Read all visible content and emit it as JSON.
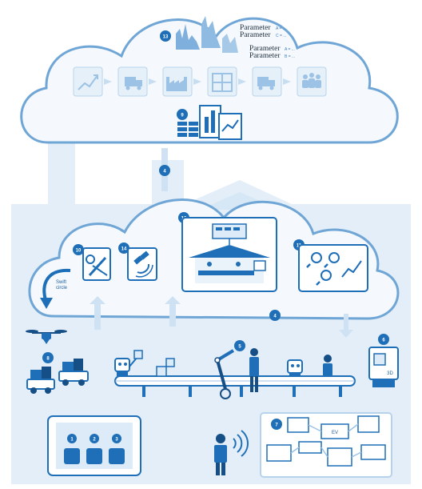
{
  "colors": {
    "primary": "#1e6fb8",
    "dark": "#164f86",
    "light": "#dcebf7",
    "pale": "#eef5fb",
    "cloud_stroke": "#6fa6d6"
  },
  "top_cloud": {
    "badge_13": "13",
    "badge_9": "9",
    "parameters": [
      {
        "label": "Parameter",
        "value": "A = ..."
      },
      {
        "label": "Parameter",
        "value": "C = ..."
      },
      {
        "label": "Parameter",
        "value": "A = ..."
      },
      {
        "label": "Parameter",
        "value": "B = ..."
      }
    ],
    "process_icons": [
      "growth-chart-icon",
      "delivery-truck-icon",
      "factory-icon",
      "warehouse-shelf-icon",
      "delivery-truck-icon",
      "people-group-icon"
    ]
  },
  "connector_badge_4": "4",
  "factory_cloud": {
    "badge_10": "10",
    "badge_14": "14",
    "badge_12": "12",
    "badge_11": "11",
    "badge_4": "4",
    "swift_circle_label": [
      "Swift",
      "circle"
    ]
  },
  "floor": {
    "badge_8": "8",
    "badge_5": "5",
    "badge_6": "6",
    "badge_7": "7",
    "label_3d": "3D",
    "panel_label": "EV",
    "tablet_badges": [
      "1",
      "2",
      "3"
    ]
  }
}
